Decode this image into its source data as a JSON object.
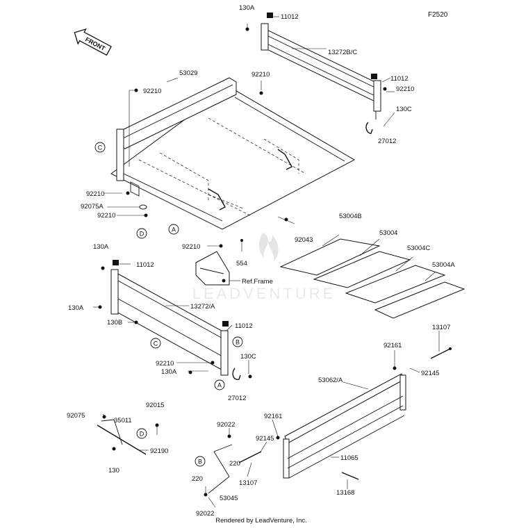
{
  "figure_code": "F2520",
  "front_label": "FRONT",
  "watermark": "LEADVENTURE",
  "footer": "Rendered by LeadVenture, Inc.",
  "part_labels": [
    {
      "id": "p01",
      "text": "130A"
    },
    {
      "id": "p02",
      "text": "11012"
    },
    {
      "id": "p03",
      "text": "13272B/C"
    },
    {
      "id": "p04",
      "text": "53029"
    },
    {
      "id": "p05",
      "text": "92210"
    },
    {
      "id": "p06",
      "text": "11012"
    },
    {
      "id": "p07",
      "text": "92210"
    },
    {
      "id": "p08",
      "text": "92210"
    },
    {
      "id": "p09",
      "text": "130C"
    },
    {
      "id": "p10",
      "text": "27012"
    },
    {
      "id": "p11",
      "text": "92210"
    },
    {
      "id": "p12",
      "text": "92075A"
    },
    {
      "id": "p13",
      "text": "92210"
    },
    {
      "id": "p14",
      "text": "92210"
    },
    {
      "id": "p15",
      "text": "92043"
    },
    {
      "id": "p16",
      "text": "554"
    },
    {
      "id": "p17",
      "text": "Ref.Frame"
    },
    {
      "id": "p18",
      "text": "53004B"
    },
    {
      "id": "p19",
      "text": "53004"
    },
    {
      "id": "p20",
      "text": "53004C"
    },
    {
      "id": "p21",
      "text": "53004A"
    },
    {
      "id": "p22",
      "text": "130A"
    },
    {
      "id": "p23",
      "text": "11012"
    },
    {
      "id": "p24",
      "text": "130A"
    },
    {
      "id": "p25",
      "text": "13272/A"
    },
    {
      "id": "p26",
      "text": "130B"
    },
    {
      "id": "p27",
      "text": "11012"
    },
    {
      "id": "p28",
      "text": "92210"
    },
    {
      "id": "p29",
      "text": "130A"
    },
    {
      "id": "p30",
      "text": "130C"
    },
    {
      "id": "p31",
      "text": "27012"
    },
    {
      "id": "p32",
      "text": "13107"
    },
    {
      "id": "p33",
      "text": "92161"
    },
    {
      "id": "p34",
      "text": "92145"
    },
    {
      "id": "p35",
      "text": "53062/A"
    },
    {
      "id": "p36",
      "text": "92075"
    },
    {
      "id": "p37",
      "text": "92015"
    },
    {
      "id": "p38",
      "text": "35011"
    },
    {
      "id": "p39",
      "text": "92190"
    },
    {
      "id": "p40",
      "text": "130"
    },
    {
      "id": "p41",
      "text": "92022"
    },
    {
      "id": "p42",
      "text": "92161"
    },
    {
      "id": "p43",
      "text": "92145"
    },
    {
      "id": "p44",
      "text": "220"
    },
    {
      "id": "p45",
      "text": "11065"
    },
    {
      "id": "p46",
      "text": "13107"
    },
    {
      "id": "p47",
      "text": "220"
    },
    {
      "id": "p48",
      "text": "13168"
    },
    {
      "id": "p49",
      "text": "53045"
    },
    {
      "id": "p50",
      "text": "92022"
    }
  ],
  "callouts": [
    {
      "id": "c1",
      "text": "C"
    },
    {
      "id": "c2",
      "text": "A"
    },
    {
      "id": "c3",
      "text": "D"
    },
    {
      "id": "c4",
      "text": "B"
    },
    {
      "id": "c5",
      "text": "C"
    },
    {
      "id": "c6",
      "text": "A"
    },
    {
      "id": "c7",
      "text": "D"
    },
    {
      "id": "c8",
      "text": "B"
    }
  ]
}
